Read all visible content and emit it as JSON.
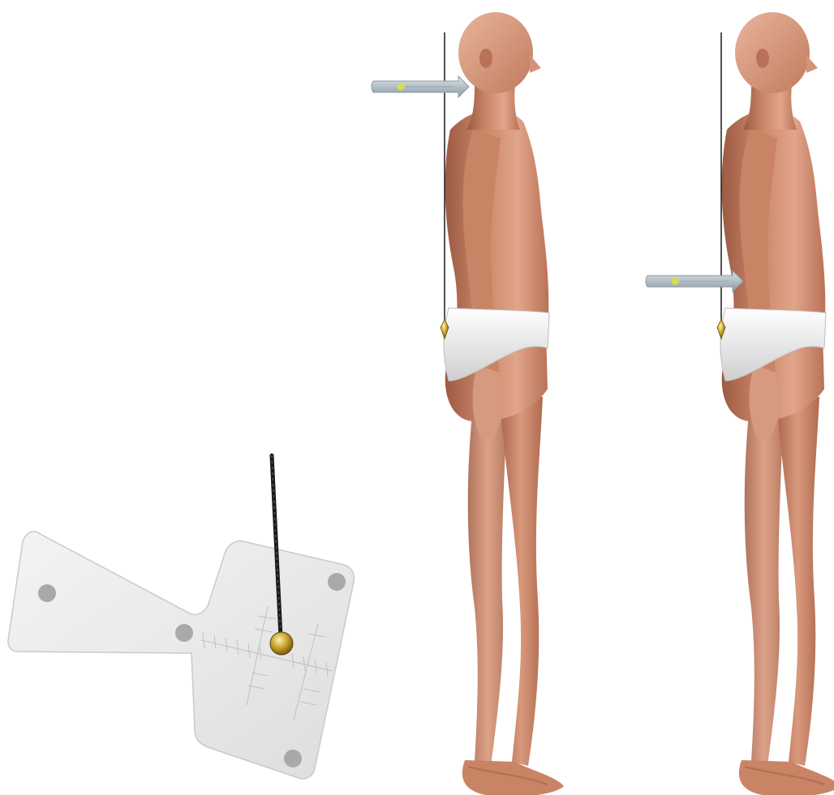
{
  "scene": {
    "background_color": "#ffffff",
    "skin_light": "#e4a98f",
    "skin_mid": "#c98466",
    "skin_dark": "#9b5a43",
    "brief_color": "#f0f0f0",
    "plumb_line_color": "#1a1a1a",
    "bob_color": "#c9a227",
    "arrow_color": "#b8c4cc",
    "level_bubble_color": "#d6e04a",
    "plate_color": "#e8e8e8"
  },
  "panels": [
    {
      "id": "plumb-plate",
      "icon": "plumb-bob-plate-icon"
    },
    {
      "id": "figure-head-arrow",
      "icon": "standing-figure-icon",
      "arrow_target": "head"
    },
    {
      "id": "figure-waist-arrow",
      "icon": "standing-figure-icon",
      "arrow_target": "waist"
    }
  ]
}
